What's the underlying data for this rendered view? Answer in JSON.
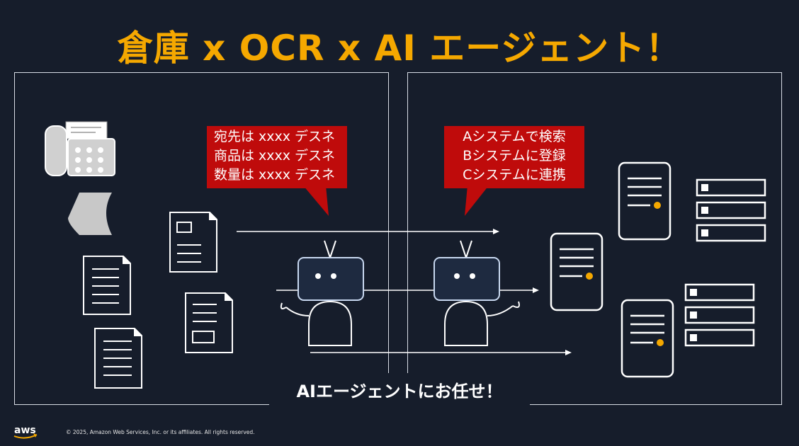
{
  "title": "倉庫 x OCR x AI エージェント！",
  "bubble_left": {
    "lines": [
      "宛先は xxxx デスネ",
      "商品は xxxx デスネ",
      "数量は xxxx デスネ"
    ]
  },
  "bubble_right": {
    "lines": [
      "Aシステムで検索",
      "Bシステムに登録",
      "Cシステムに連携"
    ]
  },
  "banner": "AIエージェントにお任せ！",
  "footer": {
    "logo": "aws",
    "copyright": "© 2025, Amazon Web Services, Inc. or its affiliates. All rights reserved."
  },
  "colors": {
    "background": "#161d2b",
    "title": "#f5a800",
    "bubble": "#bf0b0b",
    "accent_dot": "#f5a800"
  }
}
